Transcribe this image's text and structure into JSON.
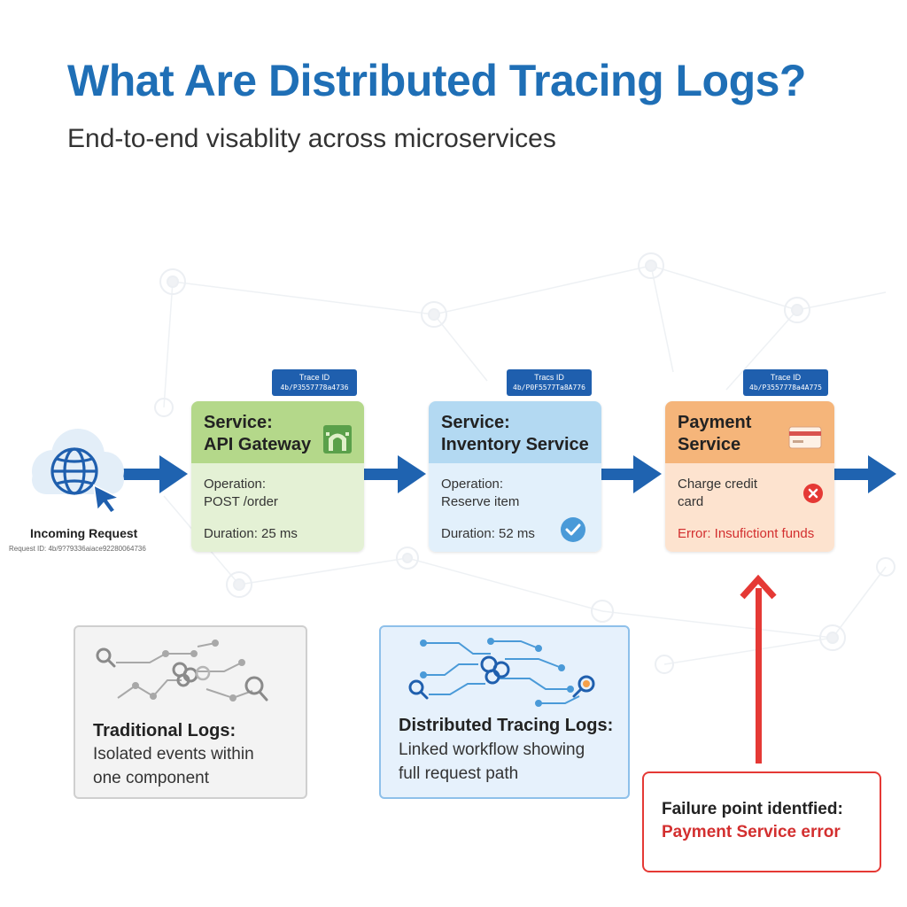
{
  "header": {
    "title": "What Are Distributed Tracing Logs?",
    "subtitle": "End-to-end visablity across microservices"
  },
  "incoming": {
    "label": "Incoming Request",
    "request_id": "Request ID: 4b/9?79336aiace92280064736"
  },
  "services": [
    {
      "trace_label": "Trace ID",
      "trace_value": "4b/P3557778a4736",
      "title_line1": "Service:",
      "title_line2": "API Gateway",
      "op_line1": "Operation:",
      "op_line2": "POST /order",
      "duration": "Duration: 25 ms",
      "icon": "gateway-icon"
    },
    {
      "trace_label": "Tracs ID",
      "trace_value": "4b/P0F5577Ta8A776",
      "title_line1": "Service:",
      "title_line2": "Inventory Service",
      "op_line1": "Operation:",
      "op_line2": "Reserve item",
      "duration": "Duration: 52 ms",
      "icon": "check-circle-icon"
    },
    {
      "trace_label": "Trace ID",
      "trace_value": "4b/P3557778a4A775",
      "title_line1": "Payment",
      "title_line2": "Service",
      "op_line1": "Charge credit",
      "op_line2": "card",
      "error": "Error: Insufictiont funds",
      "icon": "credit-card-icon"
    }
  ],
  "traditional": {
    "title": "Traditional Logs:",
    "line1": "Isolated events within",
    "line2": "one component"
  },
  "distributed": {
    "title": "Distributed Tracing Logs:",
    "line1": "Linked workflow showing",
    "line2": "full request path"
  },
  "failure": {
    "line1": "Failure point identfied:",
    "line2": "Payment Service error"
  },
  "colors": {
    "title_blue": "#1f6fb6",
    "arrow_blue": "#1f63b0",
    "green_head": "#b4d88a",
    "green_body": "#e4f1d5",
    "blue_head": "#b3d9f2",
    "blue_body": "#e2f0fb",
    "orange_head": "#f5b57a",
    "orange_body": "#fde3cf",
    "error_red": "#d32f2f"
  }
}
